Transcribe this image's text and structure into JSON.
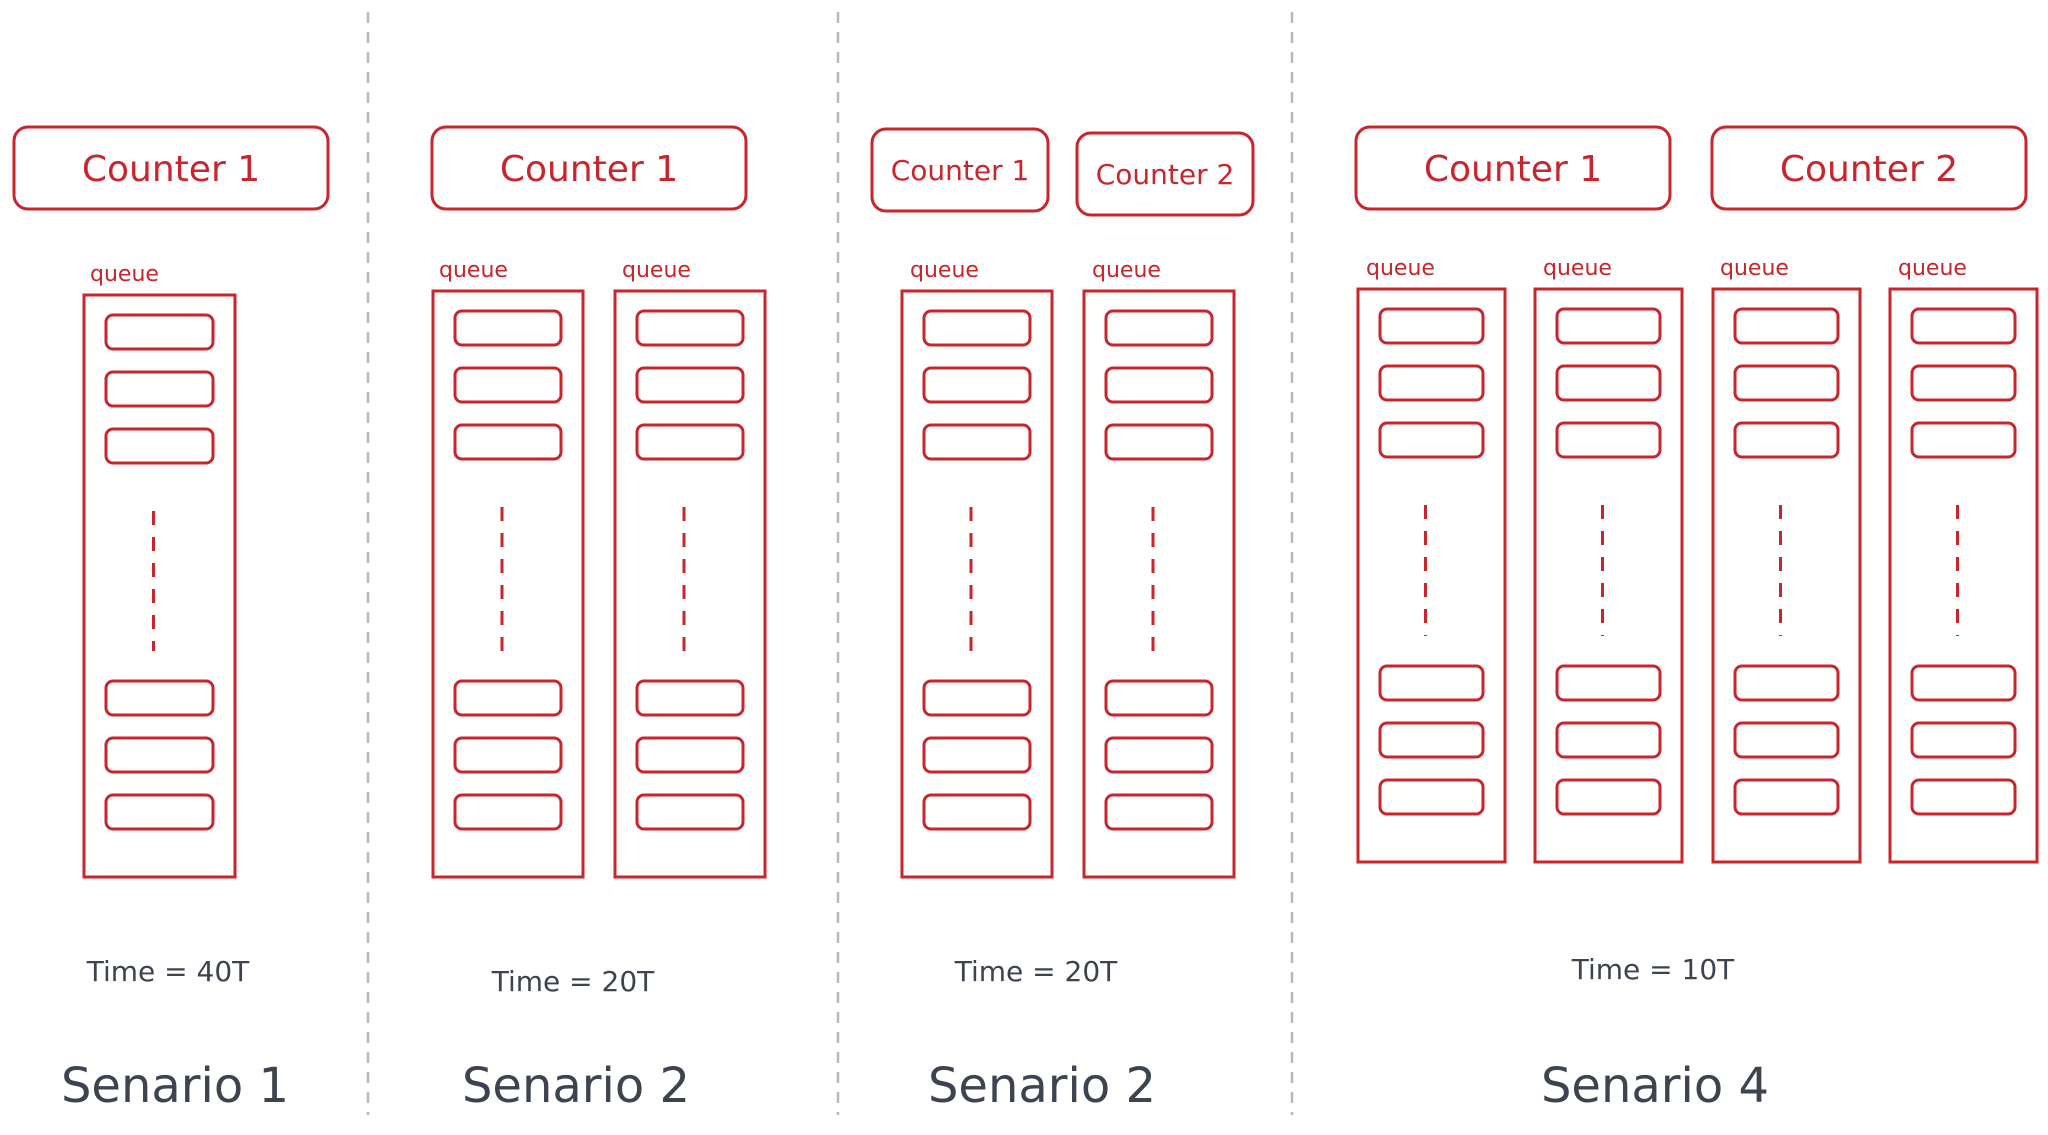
{
  "colors": {
    "accent": "#c8252c",
    "text": "#3d4450",
    "divider": "#b8b8b8",
    "background": "#ffffff"
  },
  "labels": {
    "queue": "queue"
  },
  "scenarios": [
    {
      "title": "Senario 1",
      "time": "Time = 40T",
      "counters": [
        "Counter 1"
      ],
      "queue_count": 1
    },
    {
      "title": "Senario 2",
      "time": "Time = 20T",
      "counters": [
        "Counter 1"
      ],
      "queue_count": 2
    },
    {
      "title": "Senario 2",
      "time": "Time = 20T",
      "counters": [
        "Counter 1",
        "Counter 2"
      ],
      "queue_count": 2
    },
    {
      "title": "Senario 4",
      "time": "Time = 10T",
      "counters": [
        "Counter 1",
        "Counter 2"
      ],
      "queue_count": 4
    }
  ]
}
